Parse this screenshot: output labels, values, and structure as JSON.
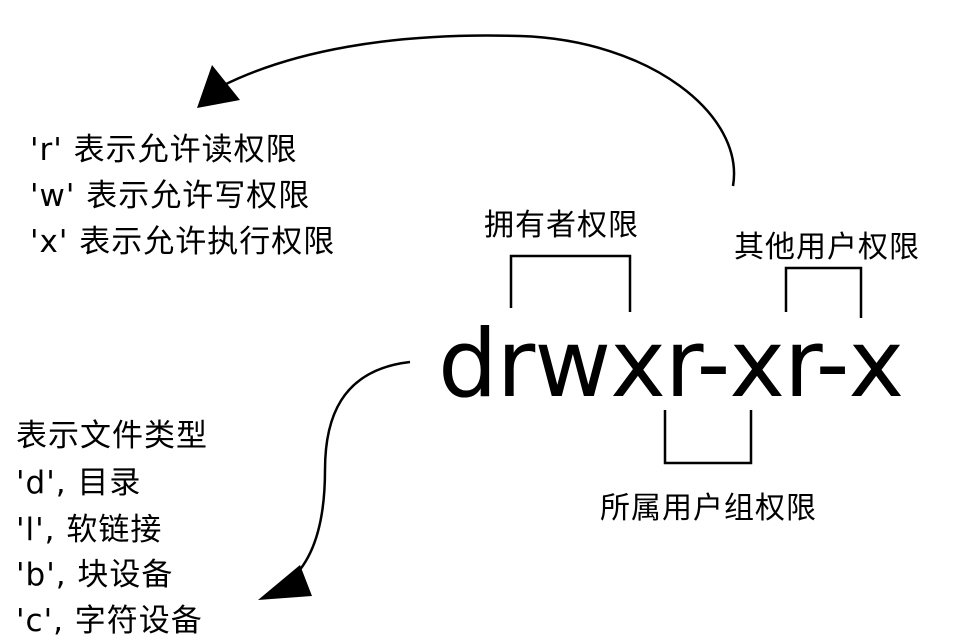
{
  "permission_string": "drwxr-xr-x",
  "permission_legend": [
    "'r'  表示允许读权限",
    "'w' 表示允许写权限",
    "'x'  表示允许执行权限"
  ],
  "labels": {
    "owner": "拥有者权限",
    "group": "所属用户组权限",
    "others": "其他用户权限"
  },
  "file_type": {
    "heading": "表示文件类型",
    "items": [
      "'d', 目录",
      "'l', 软链接",
      "'b', 块设备",
      "'c', 字符设备"
    ]
  }
}
